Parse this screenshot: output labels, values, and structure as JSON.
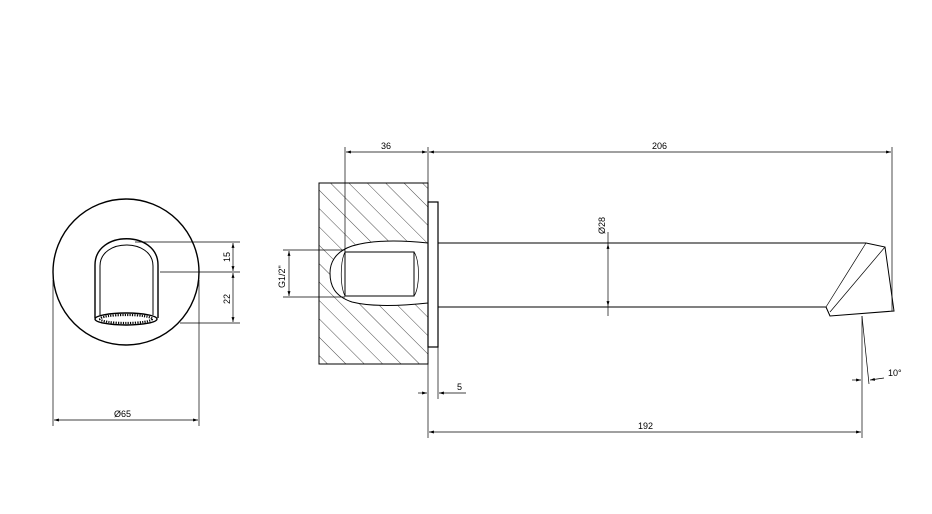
{
  "dimensions": {
    "flange_diameter": "Ø65",
    "top_offset": "15",
    "bottom_offset": "22",
    "thread": "G1/2\"",
    "wall_depth": "36",
    "overall_length": "206",
    "spout_diameter": "Ø28",
    "flange_thickness": "5",
    "spout_length": "192",
    "angle": "10°"
  },
  "colors": {
    "line": "#000000",
    "background": "#ffffff"
  }
}
